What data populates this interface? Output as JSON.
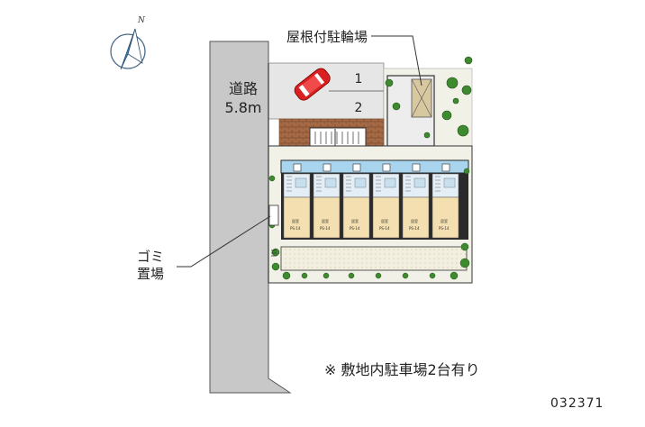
{
  "labels": {
    "north": "N",
    "road_line1": "道路",
    "road_line2": "5.8m",
    "roof_bike": "屋根付駐輪場",
    "spot1": "1",
    "spot2": "2",
    "garbage_line1": "ゴミ",
    "garbage_line2": "置場",
    "note": "※ 敷地内駐車場2台有り",
    "code": "032371"
  },
  "units": [
    {
      "room": "居室",
      "id": "PS-14"
    },
    {
      "room": "居室",
      "id": "PS-14"
    },
    {
      "room": "居室",
      "id": "PS-14"
    },
    {
      "room": "居室",
      "id": "PS-14"
    },
    {
      "room": "居室",
      "id": "PS-14"
    },
    {
      "room": "居室",
      "id": "PS-14"
    }
  ],
  "colors": {
    "road": "#c8c8c8",
    "parking": "#e6e6e6",
    "building": "#2a2a2a",
    "room": "#f3dfb0",
    "corridor": "#a8d4ee",
    "lawn": "#f1f1e8",
    "tree": "#3e8a2e",
    "brick": "#a56a45",
    "car": "#d82020"
  }
}
